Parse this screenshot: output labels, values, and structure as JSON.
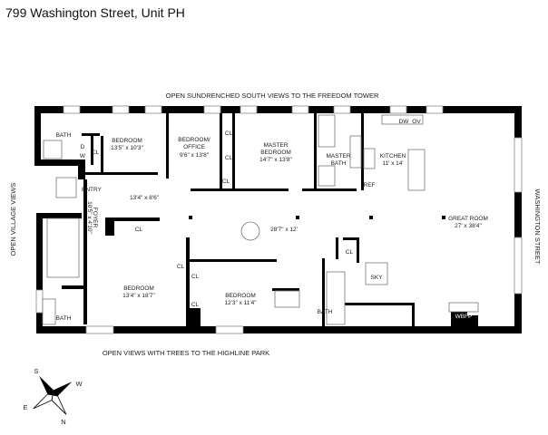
{
  "title": "799 Washington Street, Unit PH",
  "captions": {
    "south": "OPEN SUNDRENCHED SOUTH VIEWS TO THE FREEDOM TOWER",
    "west": "OPEN VILLAGE VIEWS",
    "east": "WASHINGTON STREET",
    "north": "OPEN VIEWS WITH TREES TO THE HIGHLINE PARK"
  },
  "rooms": {
    "bath_nw": "BATH",
    "washer": "W",
    "dryer": "D",
    "bedroom1": {
      "name": "BEDROOM",
      "size": "13'5\" x 10'3\""
    },
    "office": {
      "name1": "BEDROOM/",
      "name2": "OFFICE",
      "size": "9'6\" x 13'8\""
    },
    "master": {
      "name1": "MASTER",
      "name2": "BEDROOM",
      "size": "14'7\" x 13'8\""
    },
    "master_bath": {
      "name1": "MASTER",
      "name2": "BATH"
    },
    "kitchen": {
      "name": "KITCHEN",
      "size": "11' x 14'"
    },
    "dw": "DW",
    "ov": "OV",
    "ref": "REF",
    "entry": "ENTRY",
    "hall": "13'4\" x 8'6\"",
    "foyer": {
      "name": "FOYER",
      "size": "10'5\" x 4'10\""
    },
    "living": "28'7\" x 12'",
    "great_room": {
      "name": "GREAT ROOM",
      "size": "27' x 38'4\""
    },
    "bedroom2": {
      "name": "BEDROOM",
      "size": "13'4\" x 18'7\""
    },
    "bedroom3": {
      "name": "BEDROOM",
      "size": "12'3\" x 11'4\""
    },
    "bath_sw": "BATH",
    "bath_s": "BATH",
    "sky": "SKY",
    "wbfp": "WBFP",
    "closet": "CL"
  },
  "compass": {
    "n": "N",
    "s": "S",
    "e": "E",
    "w": "W"
  }
}
